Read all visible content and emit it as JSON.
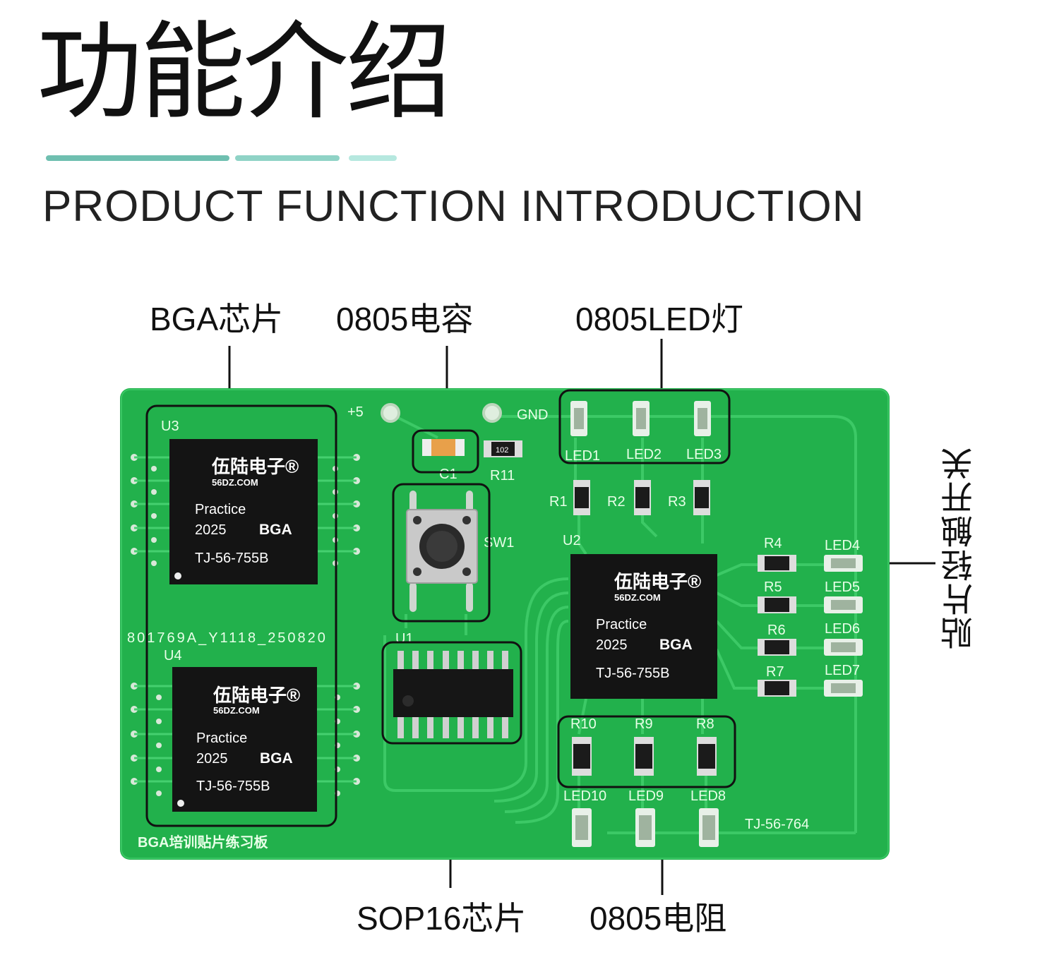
{
  "header": {
    "title_cn": "功能介绍",
    "title_en": "PRODUCT FUNCTION INTRODUCTION",
    "accent_colors": [
      "#6fbfb0",
      "#8fd3c6",
      "#b6e8df"
    ]
  },
  "callouts": {
    "bga_chip": "BGA芯片",
    "capacitor_0805": "0805电容",
    "led_0805": "0805LED灯",
    "tact_switch": "贴片轻触开关",
    "sop16_chip": "SOP16芯片",
    "resistor_0805": "0805电阻"
  },
  "board": {
    "color": "#22b14c",
    "title": "BGA培训贴片练习板",
    "code": "TJ-56-764",
    "serial": "801769A_Y1118_250820",
    "power_plus": "+5",
    "power_gnd": "GND",
    "chips": {
      "brand": "伍陆电子®",
      "site": "56DZ.COM",
      "line1": "Practice",
      "year": "2025",
      "type": "BGA",
      "part": "TJ-56-755B"
    },
    "refs": {
      "u1": "U1",
      "u2": "U2",
      "u3": "U3",
      "u4": "U4",
      "c1": "C1",
      "r11": "R11",
      "sw1": "SW1",
      "led1": "LED1",
      "led2": "LED2",
      "led3": "LED3",
      "led4": "LED4",
      "led5": "LED5",
      "led6": "LED6",
      "led7": "LED7",
      "led8": "LED8",
      "led9": "LED9",
      "led10": "LED10",
      "r1": "R1",
      "r2": "R2",
      "r3": "R3",
      "r4": "R4",
      "r5": "R5",
      "r6": "R6",
      "r7": "R7",
      "r8": "R8",
      "r9": "R9",
      "r10": "R10",
      "resistor_mark": "102"
    }
  }
}
